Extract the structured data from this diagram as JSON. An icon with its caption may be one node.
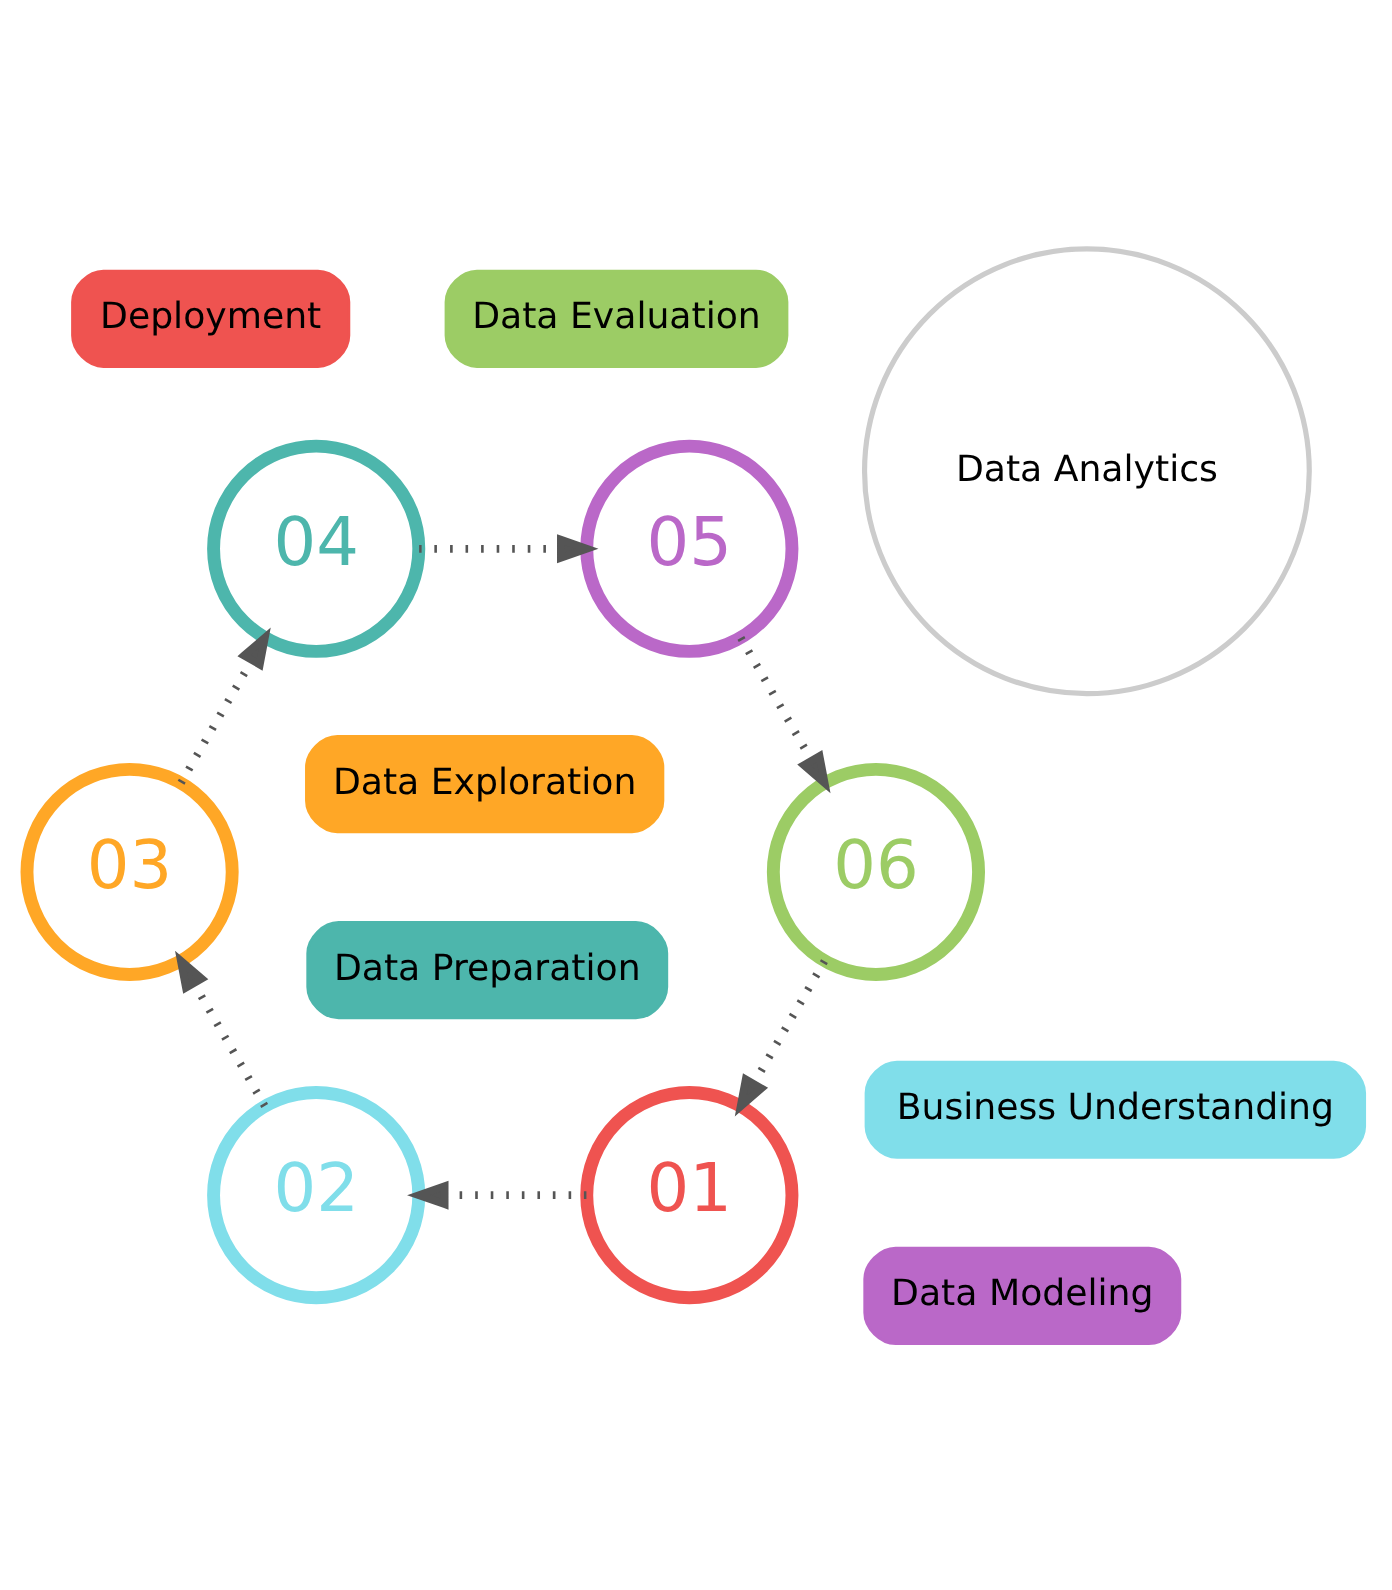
{
  "diagram": {
    "nodes": [
      {
        "text": [
          "Data Analytics"
        ]
      },
      {
        "text": [
          "Deployment"
        ]
      },
      {
        "text": [
          "Business Understanding"
        ]
      },
      {
        "text": [
          "Data Exploration"
        ]
      },
      {
        "text": [
          "Data Preparation"
        ]
      },
      {
        "text": [
          "Data Modeling"
        ]
      },
      {
        "text": [
          "Data Evaluation"
        ]
      },
      {
        "text": [
          "01"
        ]
      },
      {
        "text": [
          "02"
        ]
      },
      {
        "text": [
          "03"
        ]
      },
      {
        "text": [
          "04"
        ]
      },
      {
        "text": [
          "05"
        ]
      },
      {
        "text": [
          "06"
        ]
      }
    ],
    "edges": [
      {
        "from": 7,
        "to": 8,
        "arrow": "to",
        "style": "dashed"
      },
      {
        "from": 8,
        "to": 9,
        "arrow": "to",
        "style": "dashed"
      },
      {
        "from": 9,
        "to": 10,
        "arrow": "to",
        "style": "dashed"
      },
      {
        "from": 10,
        "to": 11,
        "arrow": "to",
        "style": "dashed"
      },
      {
        "from": 11,
        "to": 12,
        "arrow": "to",
        "style": "dashed"
      },
      {
        "from": 12,
        "to": 7,
        "arrow": "to",
        "style": "dashed"
      }
    ]
  }
}
